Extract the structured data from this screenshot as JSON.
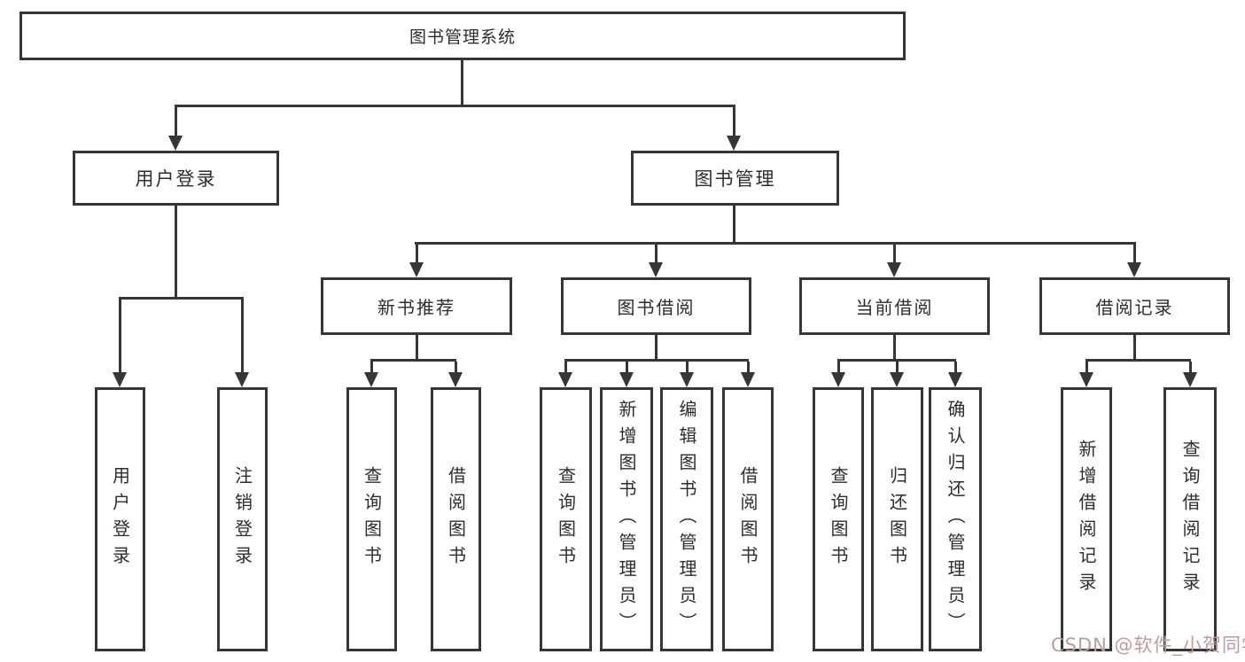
{
  "tree": {
    "label": "图书管理系统",
    "children": [
      {
        "label": "用户登录",
        "children": [
          {
            "label": "用户登录"
          },
          {
            "label": "注销登录"
          }
        ]
      },
      {
        "label": "图书管理",
        "children": [
          {
            "label": "新书推荐",
            "children": [
              {
                "label": "查询图书"
              },
              {
                "label": "借阅图书"
              }
            ]
          },
          {
            "label": "图书借阅",
            "children": [
              {
                "label": "查询图书"
              },
              {
                "label": "新增图书（管理员）"
              },
              {
                "label": "编辑图书（管理员）"
              },
              {
                "label": "借阅图书"
              }
            ]
          },
          {
            "label": "当前借阅",
            "children": [
              {
                "label": "查询图书"
              },
              {
                "label": "归还图书"
              },
              {
                "label": "确认归还（管理员）"
              }
            ]
          },
          {
            "label": "借阅记录",
            "children": [
              {
                "label": "新增借阅记录"
              },
              {
                "label": "查询借阅记录"
              }
            ]
          }
        ]
      }
    ]
  },
  "watermark": {
    "text": "CSDN @软件_小贺同学"
  },
  "colors": {
    "line": "#363636",
    "box_border": "#363636",
    "background": "#ffffff",
    "watermark": "#bf9c9c"
  }
}
